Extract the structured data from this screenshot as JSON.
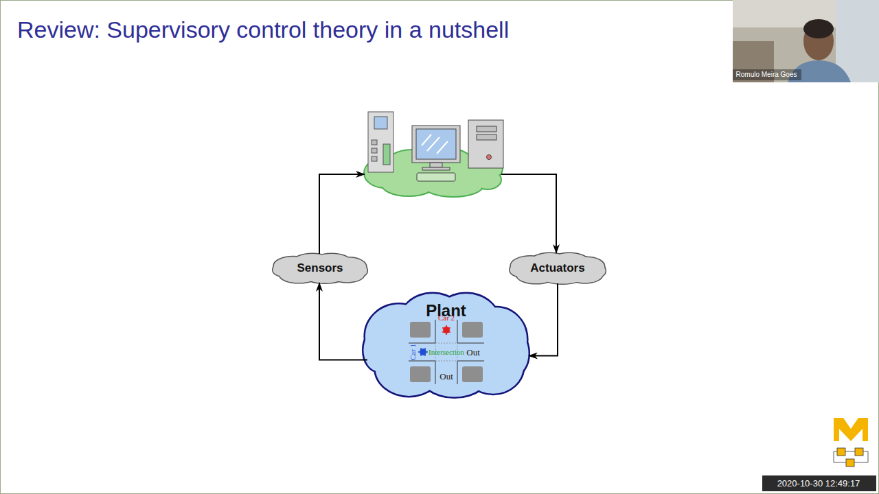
{
  "diagram": {
    "title": "Review: Supervisory control theory in a nutshell",
    "nodes": [
      {
        "text": [
          "Sensors"
        ]
      },
      {
        "text": [
          "Actuators"
        ]
      },
      {
        "text": [
          "Plant"
        ]
      }
    ],
    "edges": [
      {
        "from": 1,
        "to": 2,
        "arrow": "to"
      },
      {
        "from": 2,
        "to": 0,
        "arrow": "to"
      }
    ],
    "labels": [
      "Car 2",
      "Car 1",
      "Intersection",
      "Out",
      "Out",
      "Romulo Meira Goes",
      "2020-10-30 12:49:17"
    ]
  }
}
